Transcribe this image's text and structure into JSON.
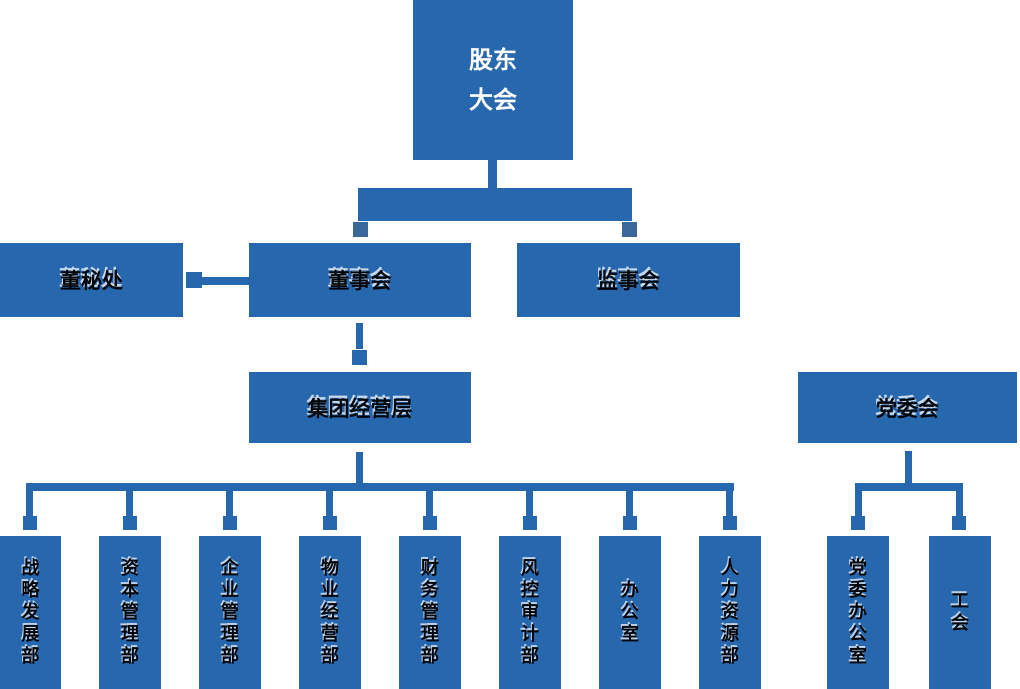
{
  "meta": {
    "title": "公司组织架构图",
    "type": "organization-chart"
  },
  "colors": {
    "primary_blue": "#2767AE",
    "connector_blue": "#2767AE",
    "dark_square_blue": "#3A689B",
    "root_text": "#FFFFFF",
    "node_text": "#000509",
    "background": "#FFFFFF"
  },
  "org_chart": {
    "root": {
      "label": "股东大会"
    },
    "level2": [
      {
        "label": "董秘处"
      },
      {
        "label": "董事会"
      },
      {
        "label": "监事会"
      }
    ],
    "level3": [
      {
        "label": "集团经营层"
      },
      {
        "label": "党委会"
      }
    ],
    "departments": [
      {
        "label": "战略发展部"
      },
      {
        "label": "资本管理部"
      },
      {
        "label": "企业管理部"
      },
      {
        "label": "物业经营部"
      },
      {
        "label": "财务管理部"
      },
      {
        "label": "风控审计部"
      },
      {
        "label": "办公室"
      },
      {
        "label": "人力资源部"
      }
    ],
    "party_departments": [
      {
        "label": "党委办公室"
      },
      {
        "label": "工会"
      }
    ]
  }
}
